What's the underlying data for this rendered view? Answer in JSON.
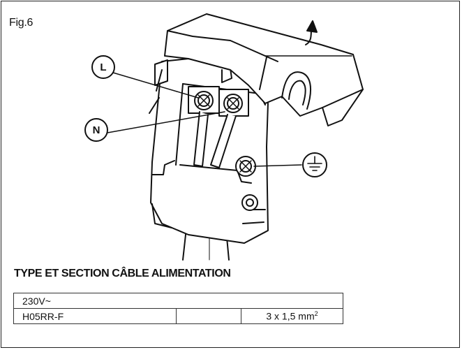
{
  "figure": {
    "label": "Fig.6",
    "callouts": {
      "line": "L",
      "neutral": "N"
    },
    "ground_icon": "earth-ground-icon"
  },
  "cable_spec": {
    "title": "TYPE ET SECTION CÂBLE ALIMENTATION",
    "voltage": "230V~",
    "type": "H05RR-F",
    "middle_cell": "",
    "section": "3 x 1,5 mm",
    "section_exponent": "2"
  }
}
